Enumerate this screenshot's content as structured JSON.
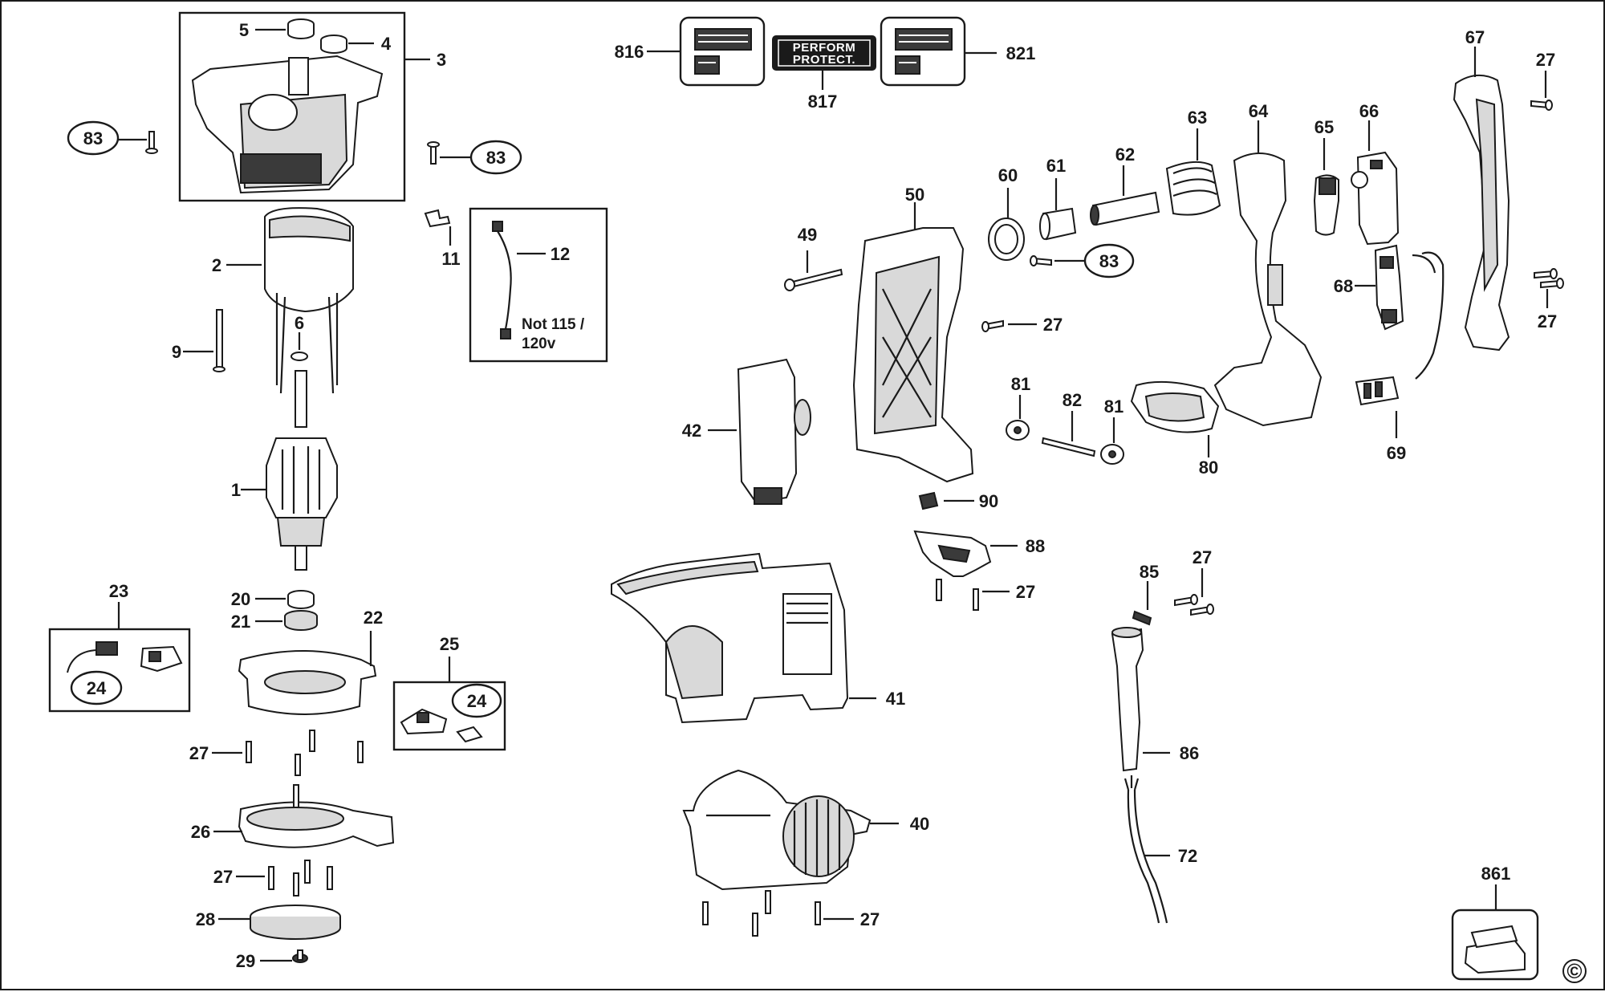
{
  "diagram": {
    "copyright_symbol": "©",
    "labels": {
      "p1": "1",
      "p2": "2",
      "p3": "3",
      "p4": "4",
      "p5": "5",
      "p6": "6",
      "p9": "9",
      "p11": "11",
      "p12": "12",
      "p20": "20",
      "p21": "21",
      "p22": "22",
      "p23": "23",
      "p24a": "24",
      "p24b": "24",
      "p25": "25",
      "p26": "26",
      "p27a": "27",
      "p27b": "27",
      "p27c": "27",
      "p27d": "27",
      "p27e": "27",
      "p27f": "27",
      "p27g": "27",
      "p27h": "27",
      "p28": "28",
      "p29": "29",
      "p40": "40",
      "p41": "41",
      "p42": "42",
      "p49": "49",
      "p50": "50",
      "p60": "60",
      "p61": "61",
      "p62": "62",
      "p63": "63",
      "p64": "64",
      "p65": "65",
      "p66": "66",
      "p67": "67",
      "p68": "68",
      "p69": "69",
      "p72": "72",
      "p80": "80",
      "p81a": "81",
      "p81b": "81",
      "p82": "82",
      "p83a": "83",
      "p83b": "83",
      "p83c": "83",
      "p85": "85",
      "p86": "86",
      "p88": "88",
      "p90": "90",
      "p816": "816",
      "p817": "817",
      "p821": "821",
      "p861": "861"
    },
    "note_line1": "Not 115 /",
    "note_line2": "120v",
    "brand_line1": "PERFORM",
    "brand_line2": "PROTECT."
  }
}
